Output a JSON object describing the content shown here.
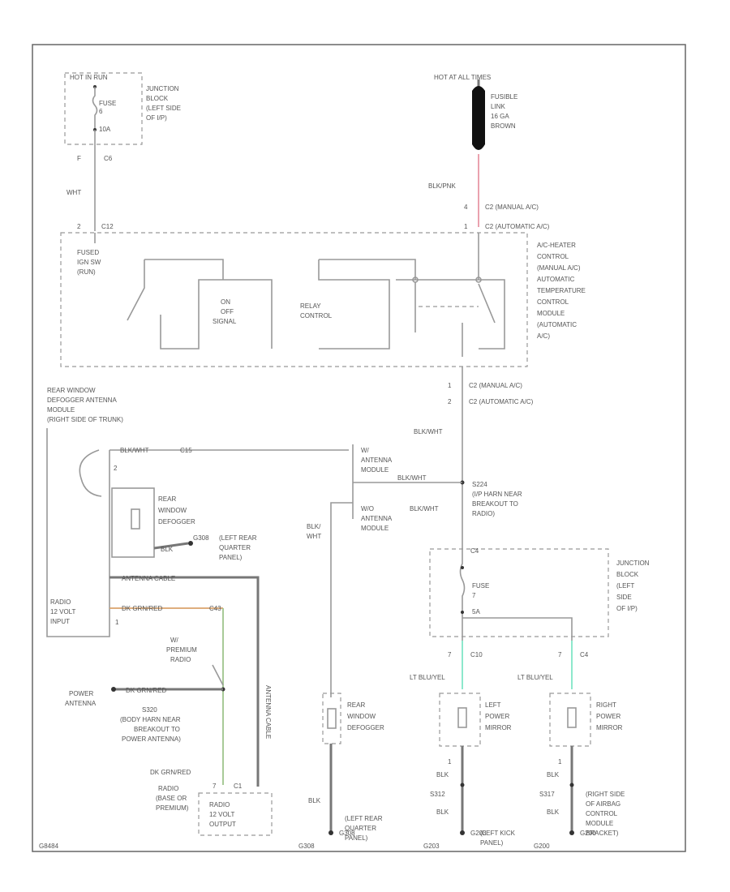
{
  "colors": {
    "wire": "#999999",
    "pink_wire": "#e58a9a",
    "lt_blue_wire": "#8de8cc",
    "orange_wire": "#d9a36b",
    "green_wire": "#9ec48c"
  },
  "labels": {
    "hot_run": "HOT IN RUN",
    "fuse_top": "FUSE",
    "fuse_num": "6",
    "fuse_amp": "10A",
    "jb_top": [
      "JUNCTION",
      "BLOCK",
      "(LEFT SIDE",
      "OF I/P)"
    ],
    "pin_f": "F",
    "c6": "C6",
    "wht": "WHT",
    "pin_2_c12": "2",
    "c12": "C12",
    "hot_all": "HOT AT ALL TIMES",
    "fusible_link": [
      "FUSIBLE",
      "LINK",
      "16 GA",
      "BROWN"
    ],
    "blk_pnk": "BLK/PNK",
    "pin_4": "4",
    "c2_manual": "C2 (MANUAL A/C)",
    "pin_1": "1",
    "c2_auto": "C2 (AUTOMATIC A/C)",
    "fused_ign": [
      "FUSED",
      "IGN SW",
      "(RUN)"
    ],
    "on_off": [
      "ON",
      "OFF",
      "SIGNAL"
    ],
    "relay_ctrl": [
      "RELAY",
      "CONTROL"
    ],
    "heater_ctrl": [
      "A/C-HEATER",
      "CONTROL",
      "(MANUAL A/C)",
      "AUTOMATIC",
      "TEMPERATURE",
      "CONTROL",
      "MODULE",
      "(AUTOMATIC",
      "A/C)"
    ],
    "pin_1b": "1",
    "c2_manual_b": "C2 (MANUAL A/C)",
    "pin_2b": "2",
    "c2_auto_b": "C2 (AUTOMATIC A/C)",
    "blk_wht": "BLK/WHT",
    "antenna_mod": [
      "REAR WINDOW",
      "DEFOGGER ANTENNA",
      "MODULE",
      "(RIGHT SIDE OF TRUNK)"
    ],
    "blk_wht_c15": "BLK/WHT",
    "c15": "C15",
    "pin_a": "2",
    "w_antenna": [
      "W/",
      "ANTENNA",
      "MODULE"
    ],
    "wo_antenna": [
      "W/O",
      "ANTENNA",
      "MODULE"
    ],
    "blk_wht_r1": "BLK/WHT",
    "blk_wht_r2": "BLK/WHT",
    "s224": [
      "S224",
      "(I/P HARN NEAR",
      "BREAKOUT TO",
      "RADIO)"
    ],
    "rear_defogger": [
      "REAR",
      "WINDOW",
      "DEFOGGER"
    ],
    "blk_left": "BLK",
    "g308": "G308",
    "left_rear_qtr": [
      "(LEFT REAR",
      "QUARTER",
      "PANEL)"
    ],
    "blk_wht_v": [
      "BLK/",
      "WHT"
    ],
    "antenna_cable": "ANTENNA CABLE",
    "radio_12v_in": [
      "RADIO",
      "12 VOLT",
      "INPUT"
    ],
    "pin_1c": "1",
    "dk_grn_red": "DK GRN/RED",
    "c43": "C43",
    "w_premium": [
      "W/",
      "PREMIUM",
      "RADIO"
    ],
    "power_antenna": [
      "POWER",
      "ANTENNA"
    ],
    "dk_grn_red_2": "DK GRN/RED",
    "s320": [
      "S320",
      "(BODY HARN NEAR",
      "BREAKOUT TO",
      "POWER ANTENNA)"
    ],
    "antenna_cable_v": "ANTENNA CABLE",
    "dk_grn_red_3": "DK GRN/RED",
    "radio_base": [
      "RADIO",
      "(BASE OR",
      "PREMIUM)"
    ],
    "pin_7": "7",
    "c1": "C1",
    "radio_12v_out": [
      "RADIO",
      "12 VOLT",
      "OUTPUT"
    ],
    "rear_defog2": [
      "REAR",
      "WINDOW",
      "DEFOGGER"
    ],
    "blk_mid": "BLK",
    "g308b": "G308",
    "left_rear_qtr2": [
      "(LEFT REAR",
      "QUARTER",
      "PANEL)"
    ],
    "jb_mid_c4": "C4",
    "fuse_mid": "FUSE",
    "fuse_mid_num": "7",
    "fuse_mid_amp": "5A",
    "jb_mid": [
      "JUNCTION",
      "BLOCK",
      "(LEFT",
      "SIDE",
      "OF I/P)"
    ],
    "pin_7b": "7",
    "c10": "C10",
    "pin_7c": "7",
    "c4": "C4",
    "lt_blu_yel_1": "LT BLU/YEL",
    "lt_blu_yel_2": "LT BLU/YEL",
    "left_mirror": [
      "LEFT",
      "POWER",
      "MIRROR"
    ],
    "right_mirror": [
      "RIGHT",
      "POWER",
      "MIRROR"
    ],
    "blk_a": "BLK",
    "s312": "S312",
    "blk_b": "BLK",
    "g203": "G203",
    "left_kick": [
      "(LEFT KICK",
      "PANEL)"
    ],
    "blk_c": "BLK",
    "s317": "S317",
    "blk_d": "BLK",
    "g200": "G200",
    "right_airbag": [
      "(RIGHT SIDE",
      "OF AIRBAG",
      "CONTROL",
      "MODULE",
      "BRACKET)"
    ],
    "pin_1d": "1",
    "pin_1e": "1",
    "code": "G8484",
    "g308_bottom": "G308",
    "g203_bottom": "G203",
    "g200_bottom": "G200"
  }
}
